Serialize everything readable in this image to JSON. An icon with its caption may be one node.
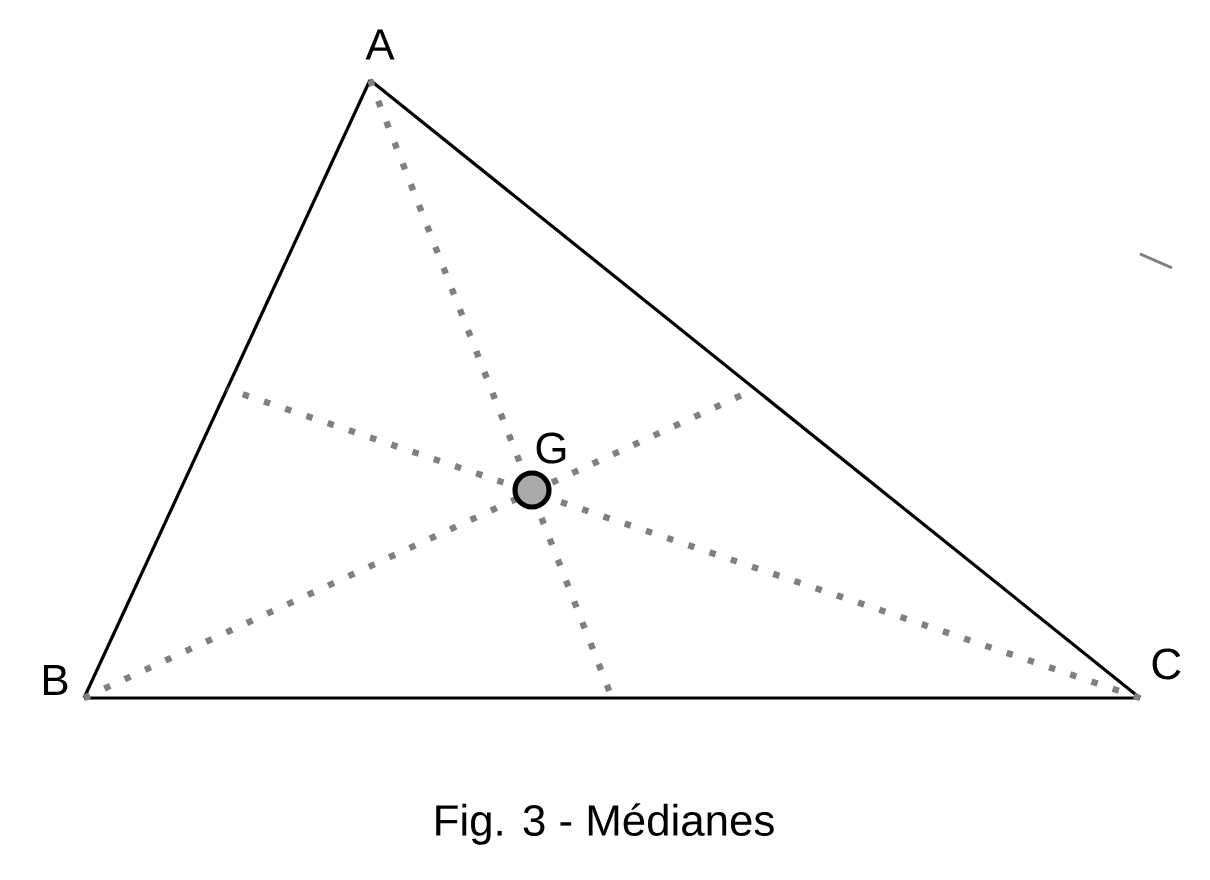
{
  "diagram": {
    "caption": "Fig. 3 - Médianes",
    "nodes": [
      {
        "text": [
          "A"
        ]
      },
      {
        "text": [
          "B"
        ]
      },
      {
        "text": [
          "C"
        ]
      },
      {
        "text": [],
        "shape": "circle",
        "beside": [
          "G"
        ]
      }
    ],
    "edges": [
      {
        "from": 0,
        "to": 1,
        "arrow": "none"
      },
      {
        "from": 1,
        "to": 2,
        "arrow": "none"
      },
      {
        "from": 2,
        "to": 0,
        "arrow": "none"
      },
      {
        "from": 0,
        "to": null,
        "arrow": "none",
        "style": "dashed",
        "color": "#808080"
      },
      {
        "from": 1,
        "to": null,
        "arrow": "none",
        "style": "dashed",
        "color": "#808080"
      },
      {
        "from": 2,
        "to": null,
        "arrow": "none",
        "style": "dashed",
        "color": "#808080"
      }
    ]
  }
}
